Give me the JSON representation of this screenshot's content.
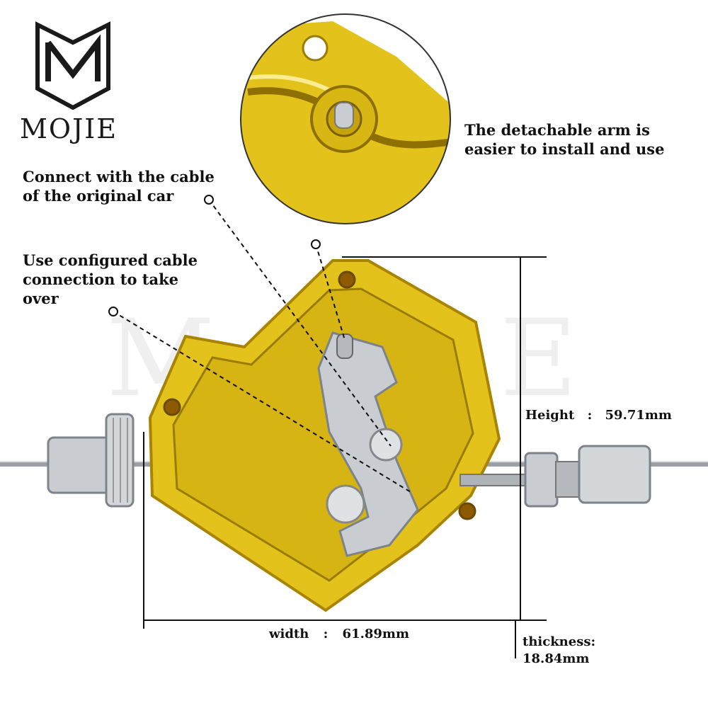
{
  "brand": {
    "name": "MOJIE",
    "watermark": "MOJIE"
  },
  "annotations": {
    "detachable_arm": [
      "The detachable arm is",
      "easier to install and use"
    ],
    "connect_cable": [
      "Connect with the cable",
      "of the original car"
    ],
    "configured_cable": [
      "Use configured cable",
      "connection to take",
      "over"
    ]
  },
  "dimensions": {
    "height_label": "Height",
    "height_value": "59.71mm",
    "width_label": "width",
    "width_value": "61.89mm",
    "thickness_label": "thickness:",
    "thickness_value": "18.84mm",
    "separator": ":"
  },
  "colors": {
    "plate": "#e3c21c",
    "plate_dark": "#b38f00",
    "metal": "#c9cdd2",
    "cable": "#9aa0a6"
  }
}
